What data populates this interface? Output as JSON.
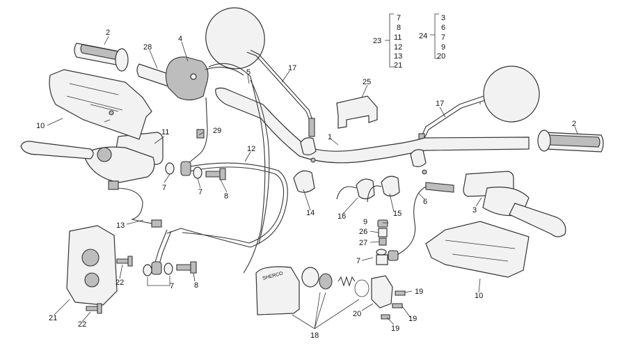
{
  "labels": {
    "l1": "1",
    "l2a": "2",
    "l2b": "2",
    "l3": "3",
    "l4": "4",
    "l5": "5",
    "l6": "6",
    "l7a": "7",
    "l7b": "7",
    "l7c": "7",
    "l7d": "7",
    "l8a": "8",
    "l8b": "8",
    "l9": "9",
    "l10a": "10",
    "l10b": "10",
    "l11": "11",
    "l12": "12",
    "l13": "13",
    "l14": "14",
    "l15": "15",
    "l16": "16",
    "l17a": "17",
    "l17b": "17",
    "l18": "18",
    "l19a": "19",
    "l19b": "19",
    "l19c": "19",
    "l20": "20",
    "l21": "21",
    "l22a": "22",
    "l22b": "22",
    "l25": "25",
    "l26": "26",
    "l27": "27",
    "l28": "28",
    "l29": "29"
  },
  "groups": {
    "g23": {
      "label": "23",
      "items": [
        "7",
        "8",
        "11",
        "12",
        "13",
        "21"
      ]
    },
    "g24": {
      "label": "24",
      "items": [
        "3",
        "6",
        "7",
        "9",
        "20"
      ]
    }
  },
  "logo_text": "SHERCO"
}
